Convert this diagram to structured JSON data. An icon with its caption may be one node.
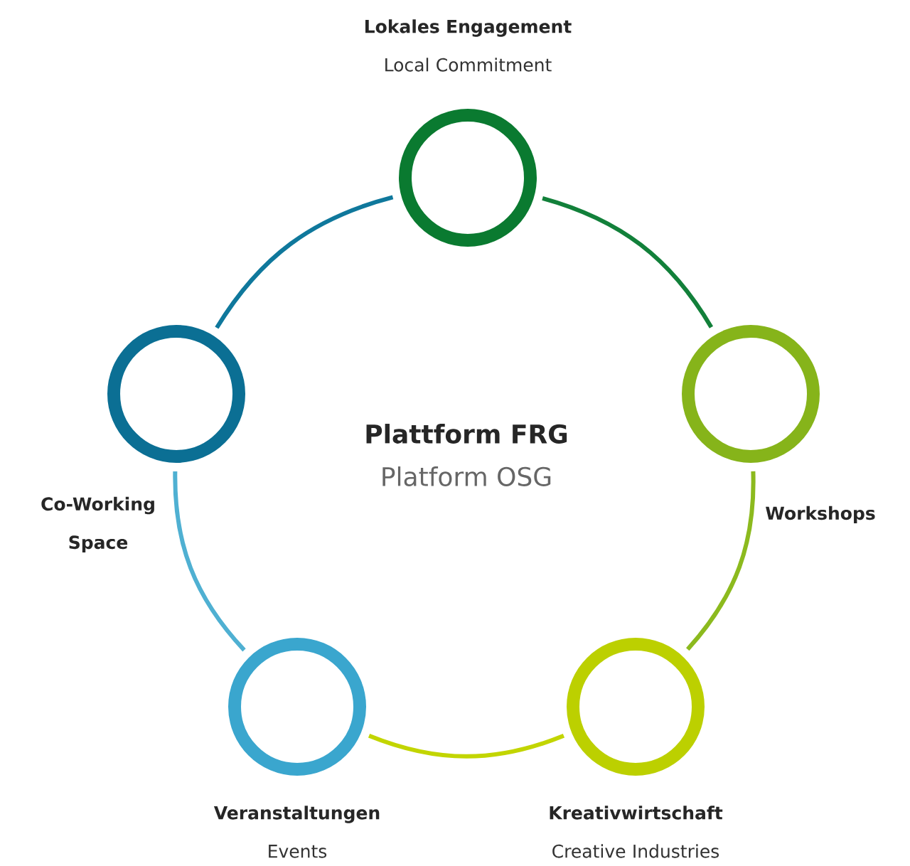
{
  "diagram": {
    "nodes": [
      {
        "text": [],
        "shape": "circle",
        "beside": [
          "Lokales Engagement",
          "Local Commitment"
        ]
      },
      {
        "text": [],
        "shape": "circle",
        "beside": [
          "Workshops"
        ]
      },
      {
        "text": [],
        "shape": "circle",
        "beside": [
          "Kreativwirtschaft",
          "Creative Industries"
        ]
      },
      {
        "text": [],
        "shape": "circle",
        "beside": [
          "Veranstaltungen",
          "Events"
        ]
      },
      {
        "text": [],
        "shape": "circle",
        "beside": [
          "Co-Working Space"
        ]
      }
    ],
    "edges": [
      {
        "from": 0,
        "to": 1,
        "arrow": "none",
        "color": "#12803a"
      },
      {
        "from": 1,
        "to": 2,
        "arrow": "none",
        "color": "#8cba1e"
      },
      {
        "from": 2,
        "to": 3,
        "arrow": "none",
        "color": "#c2d500"
      },
      {
        "from": 3,
        "to": 4,
        "arrow": "none",
        "color": "#4fb0d2"
      },
      {
        "from": 4,
        "to": 0,
        "arrow": "none",
        "color": "#0f789c"
      }
    ],
    "labels": [
      "Plattform FRG",
      "Platform OSG"
    ]
  }
}
